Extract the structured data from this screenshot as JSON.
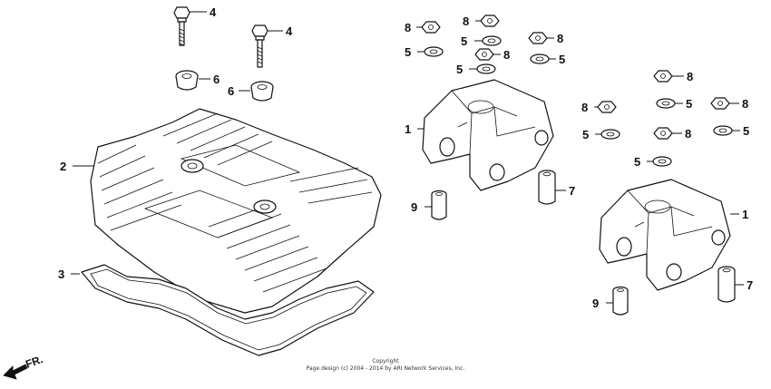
{
  "callouts": {
    "bolt_a": "4",
    "bolt_b": "4",
    "grommet_a": "6",
    "grommet_b": "6",
    "cover": "2",
    "gasket": "3",
    "holder_left": "1",
    "holder_right": "1",
    "pin_left": "9",
    "pin_right": "9",
    "dowel_left": "7",
    "dowel_right": "7",
    "nut_l1": "8",
    "nut_l2": "8",
    "nut_l3": "8",
    "nut_l4": "8",
    "washer_l1": "5",
    "washer_l2": "5",
    "washer_l3": "5",
    "washer_l4": "5",
    "nut_r1": "8",
    "nut_r2": "8",
    "nut_r3": "8",
    "nut_r4": "8",
    "washer_r1": "5",
    "washer_r2": "5",
    "washer_r3": "5",
    "washer_r4": "5"
  },
  "direction_label": "FR.",
  "copyright": {
    "line1": "Copyright",
    "line2": "Page design (c) 2004 - 2014 by ARI Network Services, Inc."
  }
}
